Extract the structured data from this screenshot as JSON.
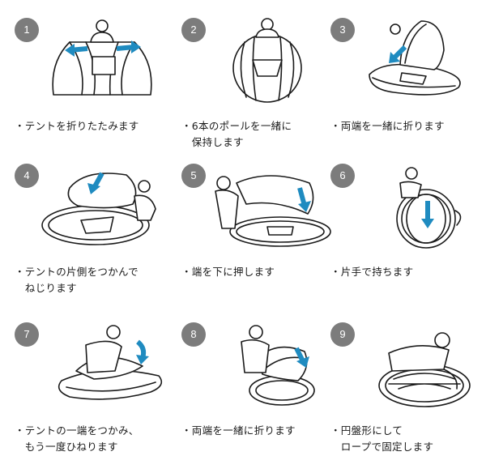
{
  "steps": [
    {
      "number": "1",
      "caption": "・テントを折りたたみます"
    },
    {
      "number": "2",
      "caption": "・6本のポールを一緒に\n　保持します"
    },
    {
      "number": "3",
      "caption": "・両端を一緒に折ります"
    },
    {
      "number": "4",
      "caption": "・テントの片側をつかんで\n　ねじります"
    },
    {
      "number": "5",
      "caption": "・端を下に押します"
    },
    {
      "number": "6",
      "caption": "・片手で持ちます"
    },
    {
      "number": "7",
      "caption": "・テントの一端をつかみ、\n　もう一度ひねります"
    },
    {
      "number": "8",
      "caption": "・両端を一緒に折ります"
    },
    {
      "number": "9",
      "caption": "・円盤形にして\n　ロープで固定します"
    }
  ],
  "colors": {
    "badge": "#7c7c7c",
    "arrow": "#1f8bc0"
  }
}
